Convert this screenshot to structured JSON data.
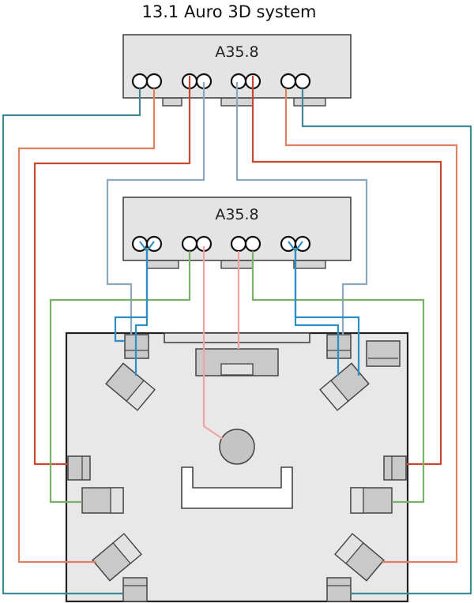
{
  "title": "13.1 Auro 3D system",
  "amplifiers": {
    "top": {
      "label": "A35.8"
    },
    "bottom": {
      "label": "A35.8"
    }
  },
  "colors": {
    "surround_back": "#3f8a96",
    "surround": "#e0805f",
    "front_lr": "#c8482f",
    "height_rear": "#8aa8c0",
    "height_front": "#2f8ec4",
    "height_side": "#7ab06a",
    "center": "#f2a4a4"
  }
}
